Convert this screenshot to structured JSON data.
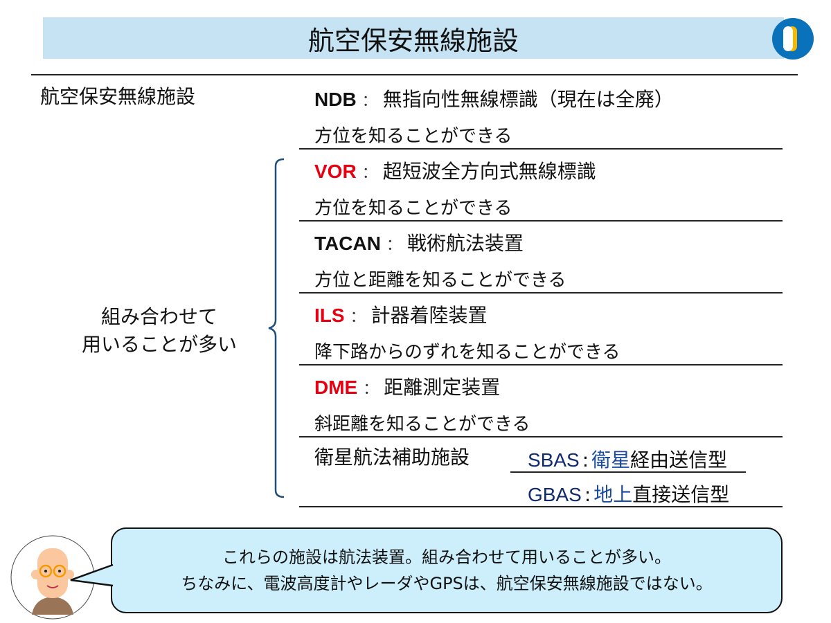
{
  "title": "航空保安無線施設",
  "left_label": "航空保安無線施設",
  "combo_label": [
    "組み合わせて",
    "用いることが多い"
  ],
  "rows": [
    {
      "abbr": "NDB",
      "name": "無指向性無線標識（現在は全廃）",
      "desc": "方位を知ることができる",
      "highlight": false
    },
    {
      "abbr": "VOR",
      "name": "超短波全方向式無線標識",
      "desc": "方位を知ることができる",
      "highlight": true
    },
    {
      "abbr": "TACAN",
      "name": "戦術航法装置",
      "desc": "方位と距離を知ることができる",
      "highlight": false
    },
    {
      "abbr": "ILS",
      "name": "計器着陸装置",
      "desc": "降下路からのずれを知ることができる",
      "highlight": true
    },
    {
      "abbr": "DME",
      "name": "距離測定装置",
      "desc": "斜距離を知ることができる",
      "highlight": true
    }
  ],
  "separator": "：",
  "satellite": {
    "label": "衛星航法補助施設",
    "sbas": {
      "abbr": "SBAS",
      "sep": ":",
      "blue": "衛星",
      "rest": "経由送信型"
    },
    "gbas": {
      "abbr": "GBAS",
      "sep": ":",
      "blue": "地上",
      "rest": "直接送信型"
    }
  },
  "bubble": [
    "これらの施設は航法装置。組み合わせて用いることが多い。",
    "ちなみに、電波高度計やレーダやGPSは、航空保安無線施設ではない。"
  ],
  "colors": {
    "title_bg": "#c5e3f3",
    "highlight": "#e60012",
    "bubble_bg": "#cdeefb",
    "logo_blue": "#0a72ba",
    "logo_yellow": "#f6b800"
  }
}
